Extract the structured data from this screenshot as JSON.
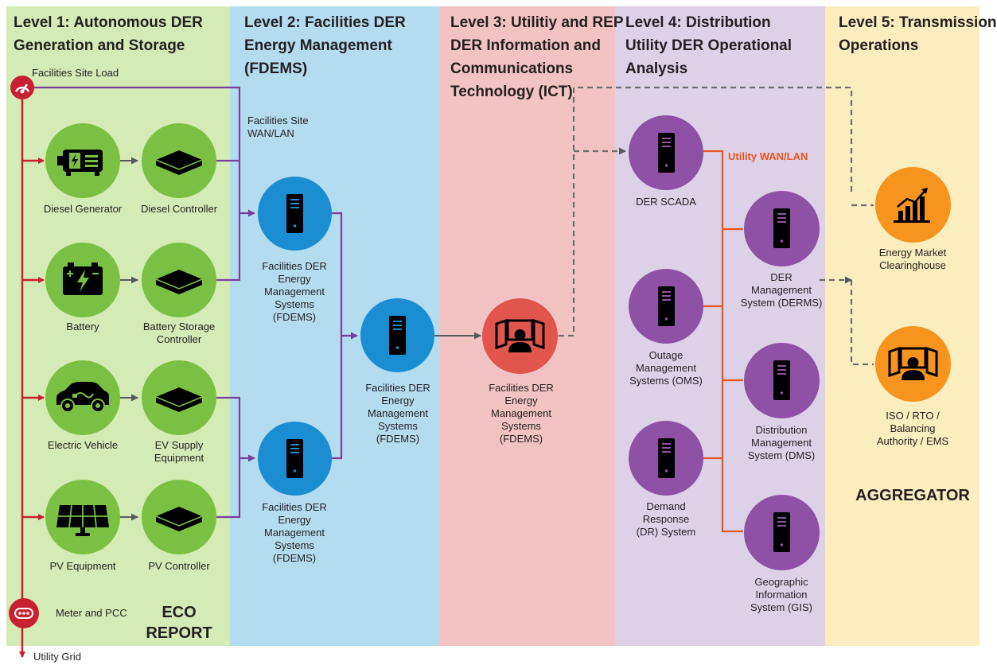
{
  "colors": {
    "level1_bg": "#d4ebb5",
    "level2_bg": "#b3dcf1",
    "level3_bg": "#f2c3c2",
    "level4_bg": "#ddd1e8",
    "level5_bg": "#fbedbd",
    "green_node": "#7ac143",
    "blue_node": "#1b8ed3",
    "red_node": "#e0564d",
    "purple_node": "#8f51a6",
    "orange_node": "#f7941d",
    "power_line": "#c8202f",
    "facility_wan": "#7a3d99",
    "utility_wan": "#e8541f",
    "dashed_link": "#6d6e71"
  },
  "levels": [
    {
      "lines": [
        "Level 1: Autonomous DER",
        "Generation and Storage"
      ]
    },
    {
      "lines": [
        "Level 2: Facilities DER",
        "Energy Management",
        "(FDEMS)"
      ]
    },
    {
      "lines": [
        "Level 3: Utilitiy and REP",
        "DER Information and",
        "Communications",
        "Technology (ICT)"
      ]
    },
    {
      "lines": [
        "Level 4: Distribution",
        "Utility DER Operational",
        "Analysis"
      ]
    },
    {
      "lines": [
        "Level 5: Transmission",
        "Operations"
      ]
    }
  ],
  "level1": {
    "site_load": {
      "label": "Facilities Site Load",
      "icon": "gauge-icon"
    },
    "meter": {
      "label": "Meter and PCC",
      "icon": "meter-icon"
    },
    "utility_grid": "Utility Grid",
    "eco_report": [
      "ECO",
      "REPORT"
    ],
    "rows": [
      {
        "device": "Diesel Generator",
        "device_icon": "generator-icon",
        "controller": [
          "Diesel Controller"
        ],
        "controller_icon": "controller-box-icon"
      },
      {
        "device": "Battery",
        "device_icon": "battery-icon",
        "controller": [
          "Battery Storage",
          "Controller"
        ],
        "controller_icon": "controller-box-icon"
      },
      {
        "device": "Electric Vehicle",
        "device_icon": "electric-car-icon",
        "controller": [
          "EV Supply",
          "Equipment"
        ],
        "controller_icon": "controller-box-icon"
      },
      {
        "device": "PV Equipment",
        "device_icon": "solar-panel-icon",
        "controller": [
          "PV Controller"
        ],
        "controller_icon": "controller-box-icon"
      }
    ]
  },
  "level2": {
    "wan_label": [
      "Facilities Site",
      "WAN/LAN"
    ],
    "fdems_top": [
      "Facilities DER",
      "Energy",
      "Management",
      "Systems",
      "(FDEMS)"
    ],
    "fdems_bottom": [
      "Facilities DER",
      "Energy",
      "Management",
      "Systems",
      "(FDEMS)"
    ],
    "fdems_center": [
      "Facilities DER",
      "Energy",
      "Management",
      "Systems",
      "(FDEMS)"
    ],
    "server_icon": "server-icon"
  },
  "level3": {
    "fdems": [
      "Facilities DER",
      "Energy",
      "Management",
      "Systems",
      "(FDEMS)"
    ],
    "icon": "operator-screens-icon"
  },
  "level4": {
    "wan_label": "Utility WAN/LAN",
    "scada": [
      "DER SCADA"
    ],
    "oms": [
      "Outage",
      "Management",
      "Systems (OMS)"
    ],
    "dr": [
      "Demand",
      "Response",
      "(DR) System"
    ],
    "derms": [
      "DER",
      "Management",
      "System (DERMS)"
    ],
    "dms": [
      "Distribution",
      "Management",
      "System (DMS)"
    ],
    "gis": [
      "Geographic",
      "Information",
      "System (GIS)"
    ],
    "server_icon": "server-icon"
  },
  "level5": {
    "market": [
      "Energy Market",
      "Clearinghouse"
    ],
    "market_icon": "bar-chart-icon",
    "iso": [
      "ISO / RTO /",
      "Balancing",
      "Authority / EMS"
    ],
    "iso_icon": "operator-screens-icon",
    "aggregator": "AGGREGATOR"
  }
}
